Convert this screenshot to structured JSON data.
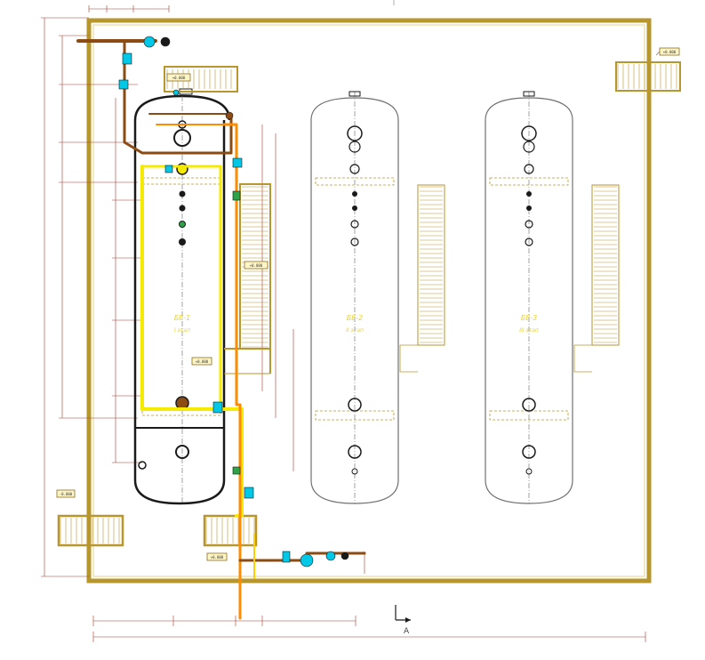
{
  "tanks": [
    {
      "id": "tank-1",
      "name": "БЕ-1",
      "subtitle": "I этап"
    },
    {
      "id": "tank-2",
      "name": "БЕ-2",
      "subtitle": "II этап"
    },
    {
      "id": "tank-3",
      "name": "БЕ-3",
      "subtitle": "III этап"
    }
  ],
  "section_mark": "А",
  "elevation_tags": [
    "+0.000",
    "+0.000",
    "+0.000",
    "-0.000",
    "+0.000",
    "+0.000"
  ],
  "colors": {
    "wall": "#b8962e",
    "wall_dark": "#8c6d1c",
    "pipe_yellow": "#f5ea00",
    "pipe_orange": "#ff8c00",
    "pipe_brown": "#8b4b12",
    "accent_cyan": "#00c8e6",
    "accent_green": "#2ea34a",
    "dim_line": "#a43c2a",
    "outline": "#1a1a1a",
    "vessel_outline": "#707070",
    "tag_fill": "#fff6c8"
  }
}
